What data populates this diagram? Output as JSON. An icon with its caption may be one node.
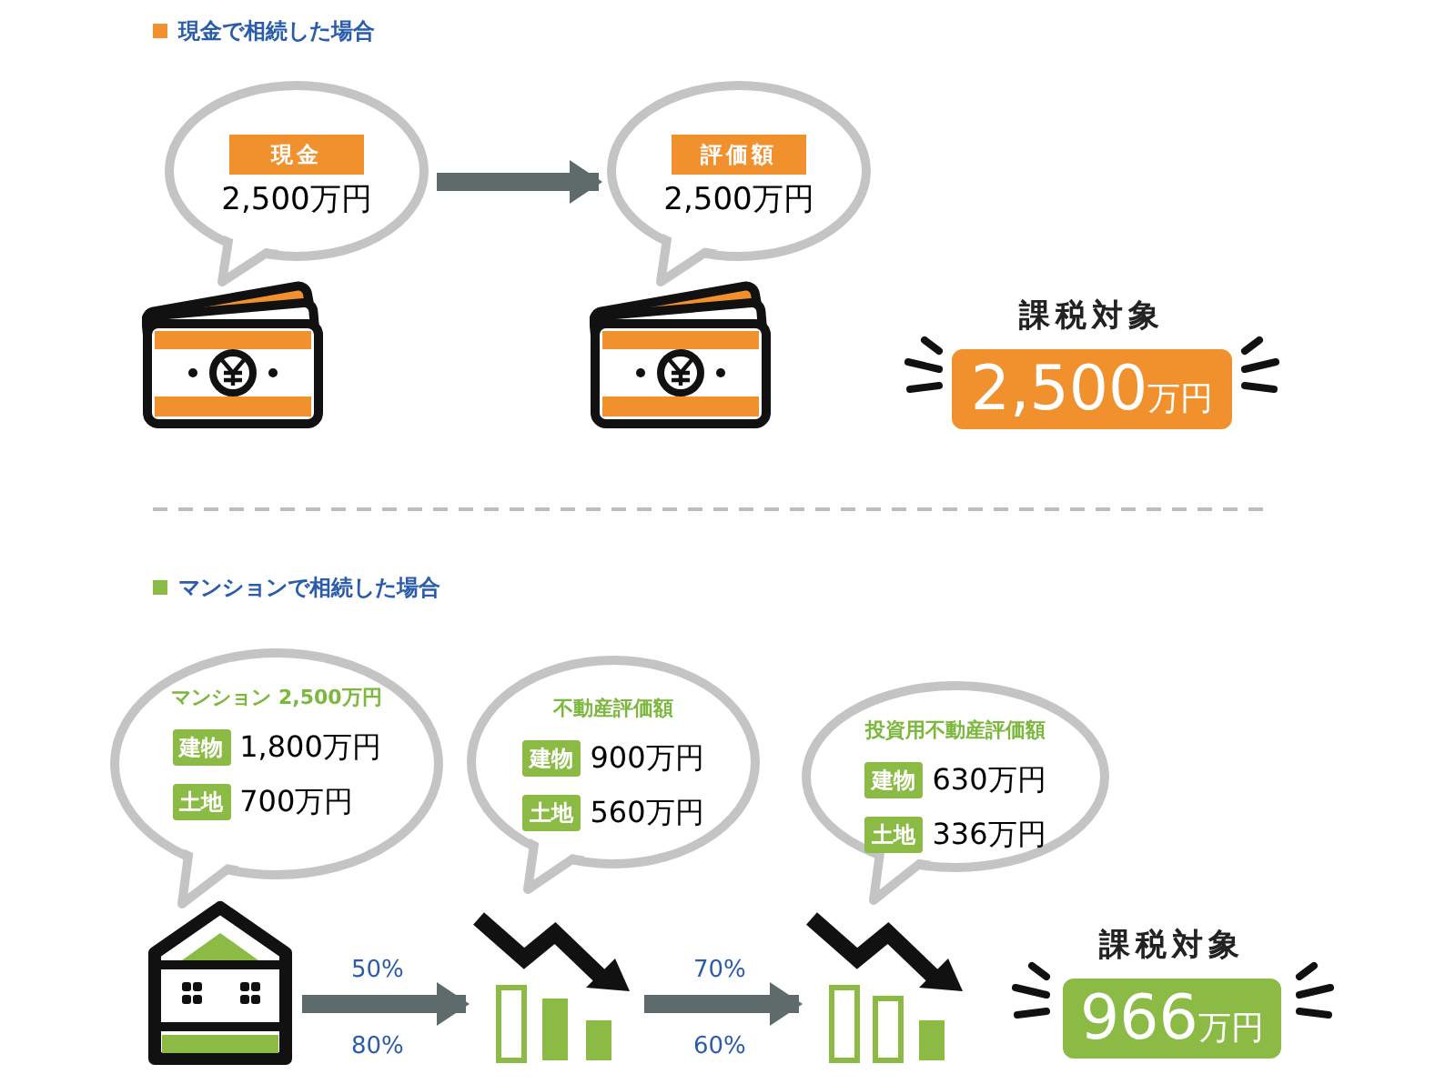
{
  "diagram": {
    "nodes": [
      {
        "text": [
          "2,500万円"
        ]
      },
      {
        "text": [
          "現金"
        ],
        "in": 0
      },
      {
        "text": [
          "2,500万円"
        ]
      },
      {
        "text": [
          "評価額"
        ],
        "in": 2
      },
      {
        "text": [
          "課税対象",
          "2,500万円"
        ]
      },
      {
        "text": [
          "マンション 2,500万円"
        ]
      },
      {
        "text": [
          "建物"
        ],
        "beside": [
          "1,800万円"
        ],
        "in": 5
      },
      {
        "text": [
          "土地"
        ],
        "beside": [
          "700万円"
        ],
        "in": 5
      },
      {
        "text": [
          "不動産評価額"
        ]
      },
      {
        "text": [
          "建物"
        ],
        "beside": [
          "900万円"
        ],
        "in": 8
      },
      {
        "text": [
          "土地"
        ],
        "beside": [
          "560万円"
        ],
        "in": 8
      },
      {
        "text": [
          "投資用不動産評価額"
        ]
      },
      {
        "text": [
          "建物"
        ],
        "beside": [
          "630万円"
        ],
        "in": 11
      },
      {
        "text": [
          "土地"
        ],
        "beside": [
          "336万円"
        ],
        "in": 11
      },
      {
        "text": [
          "課税対象",
          "966万円"
        ]
      },
      {
        "text": [],
        "shape": "picture"
      },
      {
        "text": [],
        "shape": "picture"
      },
      {
        "text": [],
        "shape": "picture"
      }
    ],
    "edges": [
      {
        "from": 0,
        "to": 2,
        "arrow": "to"
      },
      {
        "from": 15,
        "to": 16,
        "arrow": "to"
      },
      {
        "from": 16,
        "to": 17,
        "arrow": "to"
      }
    ],
    "labels": [
      "現金で相続した場合",
      "マンションで相続した場合",
      "50%",
      "80%",
      "70%",
      "60%"
    ]
  }
}
